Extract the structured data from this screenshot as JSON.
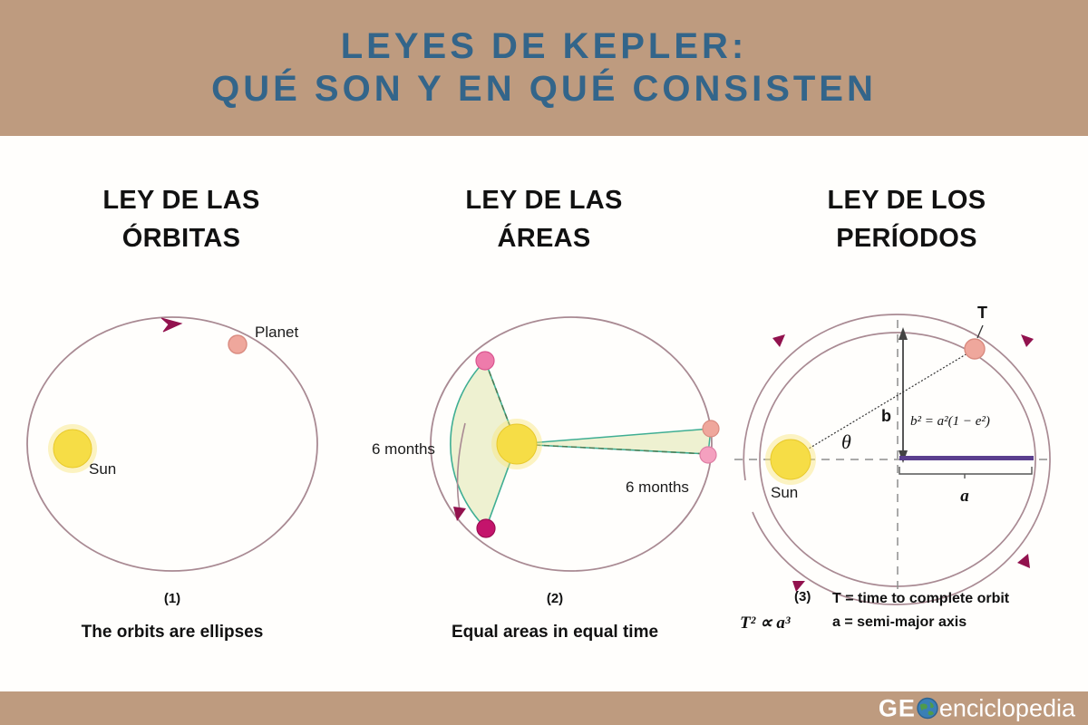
{
  "header": {
    "title_line_1": "LEYES DE KEPLER:",
    "title_line_2": "QUÉ SON Y EN QUÉ CONSISTEN",
    "background_color": "#be9b7f",
    "title_color": "#33658a"
  },
  "panels": [
    {
      "heading_line_1": "LEY DE LAS",
      "heading_line_2": "ÓRBITAS",
      "number": "(1)",
      "caption": "The orbits are ellipses",
      "labels": {
        "sun": "Sun",
        "planet": "Planet"
      }
    },
    {
      "heading_line_1": "LEY DE LAS",
      "heading_line_2": "ÁREAS",
      "number": "(2)",
      "caption": "Equal areas in equal time",
      "labels": {
        "months_left": "6 months",
        "months_right": "6 months"
      }
    },
    {
      "heading_line_1": "LEY DE LOS",
      "heading_line_2": "PERÍODOS",
      "number": "(3)",
      "caption": "",
      "labels": {
        "sun": "Sun",
        "period": "T",
        "semi_minor": "b",
        "semi_major": "a",
        "angle": "θ",
        "ellipse_formula": "b² = a²(1 − e²)",
        "third_law": "T² ∝ a³",
        "legend_T": "T = time to complete orbit",
        "legend_a": "a = semi-major axis"
      }
    }
  ],
  "colors": {
    "orbit_stroke": "#a98a93",
    "sun_fill": "#f6dd46",
    "planet_fill": "#efa79c",
    "dot_pink": "#ee7bab",
    "dot_magenta": "#c4146c",
    "arrow": "#92124e",
    "sector_fill": "#eef1d1",
    "sector_edge": "#3fae93",
    "axis_bar": "#5b3f8e"
  },
  "footer": {
    "logo_prefix": "GE",
    "logo_icon": "globe-icon",
    "logo_word": "enciclopedia",
    "background_color": "#be9b7f"
  }
}
